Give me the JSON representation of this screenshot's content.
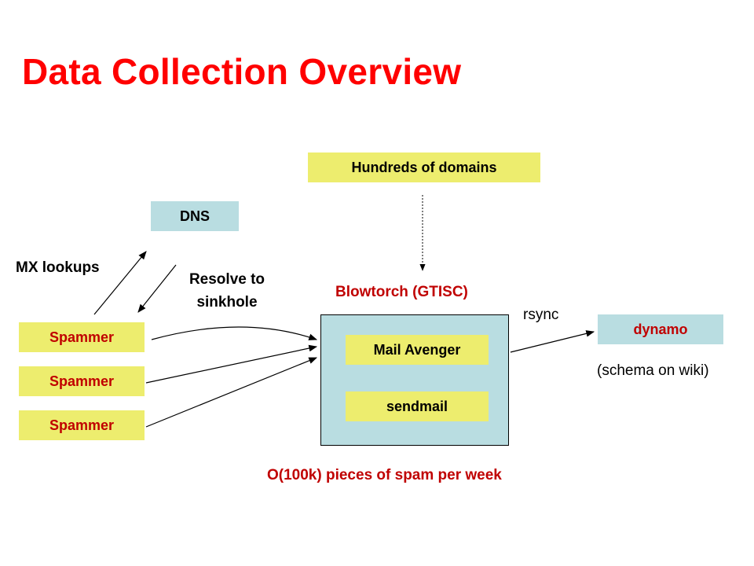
{
  "title": "Data Collection Overview",
  "nodes": {
    "domains": "Hundreds of domains",
    "dns": "DNS",
    "spammer_1": "Spammer",
    "spammer_2": "Spammer",
    "spammer_3": "Spammer",
    "mail_avenger": "Mail Avenger",
    "sendmail": "sendmail",
    "dynamo": "dynamo"
  },
  "labels": {
    "mx_lookups": "MX lookups",
    "resolve_line1": "Resolve to",
    "resolve_line2": "sinkhole",
    "blowtorch": "Blowtorch (GTISC)",
    "rsync": "rsync",
    "schema": "(schema on wiki)",
    "volume": "O(100k) pieces of spam per week"
  },
  "colors": {
    "title": "#ff0000",
    "accent_text": "#c00000",
    "yellow_box": "#eded6e",
    "blue_box": "#b9dde1"
  }
}
